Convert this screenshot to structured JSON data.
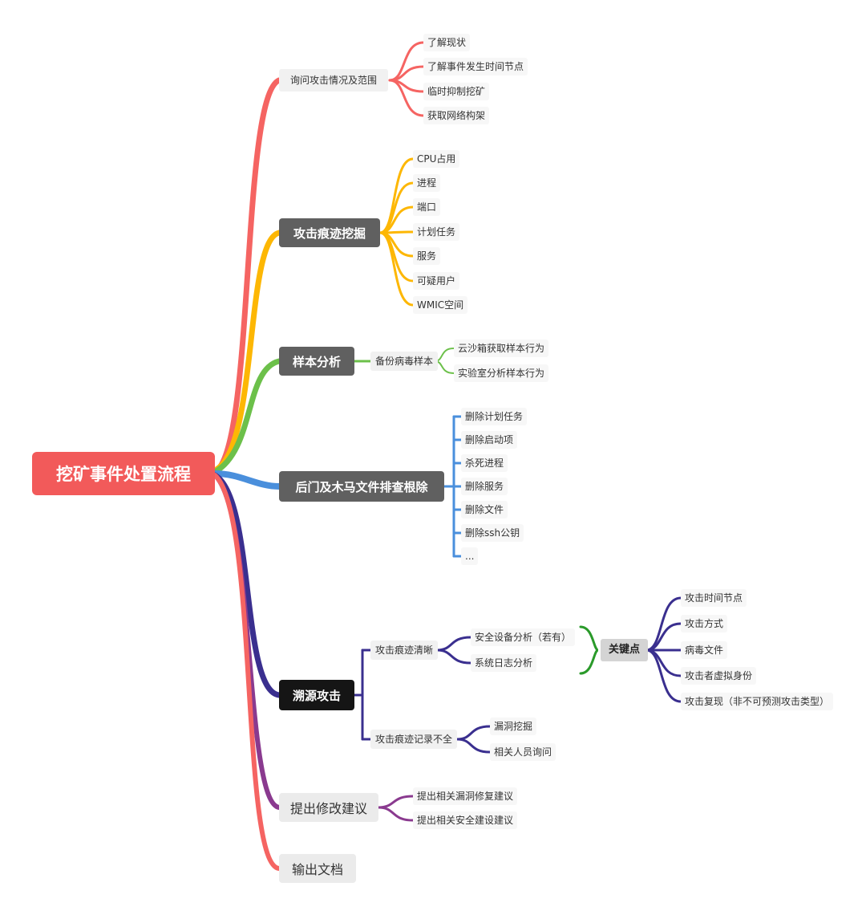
{
  "colors": {
    "red": "#f56462",
    "yellow": "#fdb704",
    "green": "#6cc04a",
    "blue": "#4a8fdc",
    "navy": "#3a2f8f",
    "purple": "#8a3a8f",
    "key_bracket": "#2a9a2a"
  },
  "root": {
    "label": "挖矿事件处置流程"
  },
  "branches": {
    "b1": {
      "label": "询问攻击情况及范围",
      "items": [
        "了解现状",
        "了解事件发生时间节点",
        "临时抑制挖矿",
        "获取网络构架"
      ]
    },
    "b2": {
      "label": "攻击痕迹挖掘",
      "items": [
        "CPU占用",
        "进程",
        "端口",
        "计划任务",
        "服务",
        "可疑用户",
        "WMIC空间"
      ]
    },
    "b3": {
      "label": "样本分析",
      "sub": "备份病毒样本",
      "items": [
        "云沙箱获取样本行为",
        "实验室分析样本行为"
      ]
    },
    "b4": {
      "label": "后门及木马文件排查根除",
      "items": [
        "删除计划任务",
        "删除启动项",
        "杀死进程",
        "删除服务",
        "删除文件",
        "删除ssh公钥",
        "..."
      ]
    },
    "b5": {
      "label": "溯源攻击",
      "sub1": "攻击痕迹清晰",
      "sub1_items": [
        "安全设备分析（若有）",
        "系统日志分析"
      ],
      "key": "关键点",
      "key_items": [
        "攻击时间节点",
        "攻击方式",
        "病毒文件",
        "攻击者虚拟身份",
        "攻击复现（非不可预测攻击类型）"
      ],
      "sub2": "攻击痕迹记录不全",
      "sub2_items": [
        "漏洞挖掘",
        "相关人员询问"
      ]
    },
    "b6": {
      "label": "提出修改建议",
      "items": [
        "提出相关漏洞修复建议",
        "提出相关安全建设建议"
      ]
    },
    "b7": {
      "label": "输出文档"
    }
  }
}
